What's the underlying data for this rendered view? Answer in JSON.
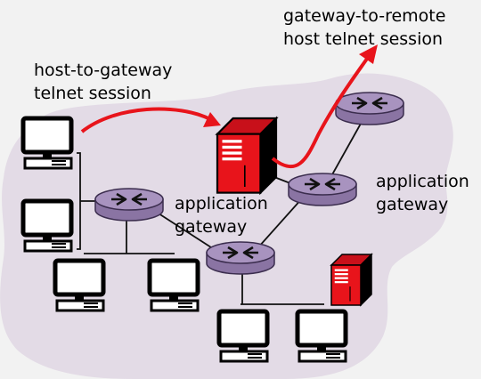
{
  "labels": {
    "host_to_gateway": "host-to-gateway\ntelnet session",
    "gateway_to_remote": "gateway-to-remote\nhost telnet session",
    "app_gateway_center": "application\ngateway",
    "app_gateway_right": "application\ngateway"
  },
  "colors": {
    "background": "#f2f2f2",
    "network_cloud": "#e3dbe6",
    "router_fill": "#9f8bb5",
    "session_arrow": "#e8141b",
    "gateway_server": "#e8141b",
    "hosts": "#000000"
  },
  "icons": {
    "router": "router-icon",
    "host": "desktop-computer-icon",
    "gateway": "server-tower-icon"
  }
}
